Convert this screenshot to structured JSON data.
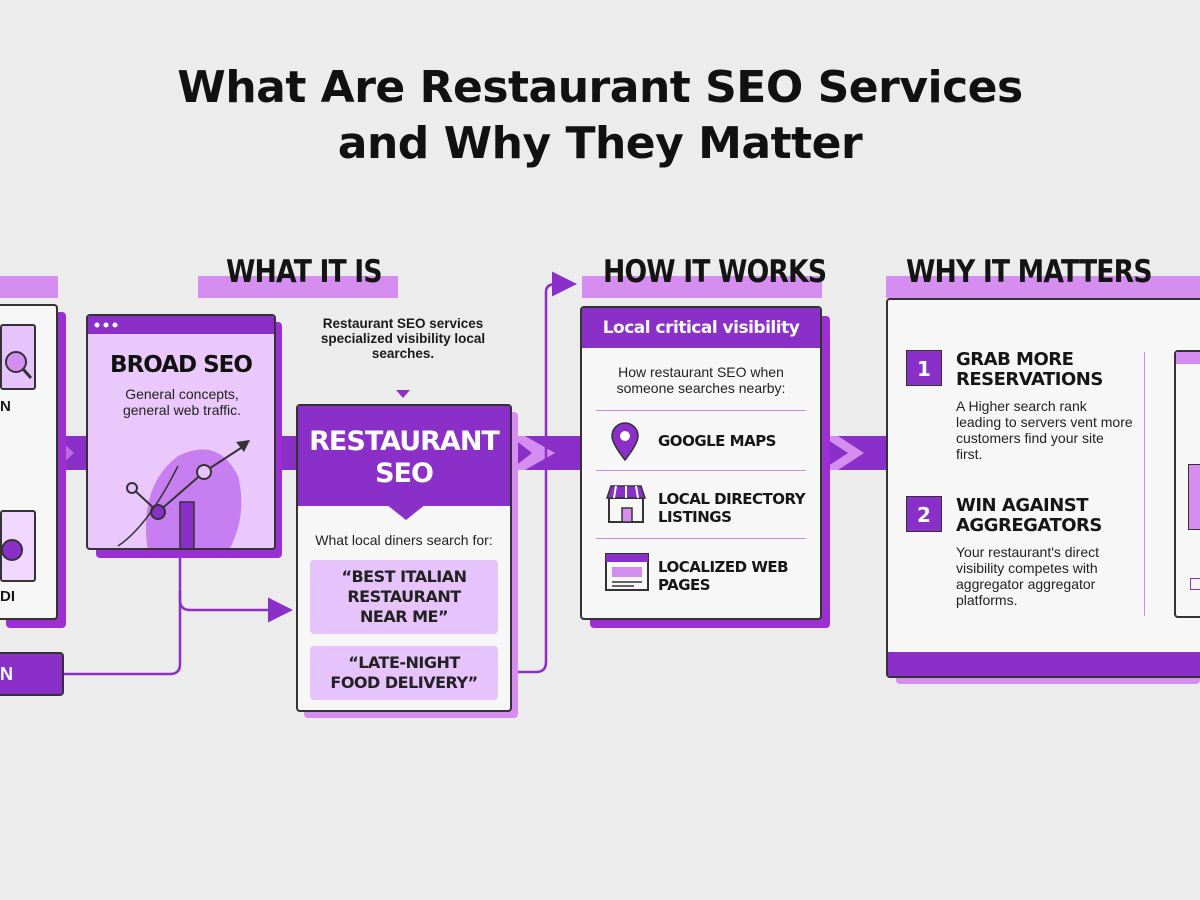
{
  "title": {
    "line1": "What Are Restaurant SEO Services",
    "line2": "and Why They Matter"
  },
  "colors": {
    "accent": "#8b2fc9",
    "light": "#e6c3fa",
    "mid": "#d58ef0",
    "background": "#ececec"
  },
  "left_partial": {
    "label1": "N",
    "label2": "DI",
    "label3": "N"
  },
  "what_it_is": {
    "header": "WHAT IT IS",
    "broad": {
      "title": "BROAD SEO",
      "desc": "General concepts, general web traffic."
    },
    "callout": "Restaurant SEO services specialized visibility local searches.",
    "restaurant": {
      "title_line1": "RESTAURANT",
      "title_line2": "SEO",
      "prompt": "What local diners search for:",
      "query1": "“BEST ITALIAN RESTAURANT NEAR ME”",
      "query2": "“LATE-NIGHT FOOD DELIVERY”"
    }
  },
  "how_it_works": {
    "header": "HOW IT WORKS",
    "banner": "Local critical visibility",
    "intro": "How restaurant SEO when someone searches nearby:",
    "items": [
      {
        "icon": "map-pin-icon",
        "label": "GOOGLE MAPS"
      },
      {
        "icon": "storefront-icon",
        "label": "LOCAL DIRECTORY LISTINGS"
      },
      {
        "icon": "web-page-icon",
        "label": "LOCALIZED WEB PAGES"
      }
    ]
  },
  "why_it_matters": {
    "header": "WHY IT MATTERS",
    "items": [
      {
        "num": "1",
        "title": "GRAB MORE RESERVATIONS",
        "desc": "A Higher search rank leading to servers vent more customers find your site first."
      },
      {
        "num": "2",
        "title": "WIN AGAINST AGGREGATORS",
        "desc": "Your restaurant's direct visibility competes with aggregator aggregator platforms."
      }
    ]
  }
}
